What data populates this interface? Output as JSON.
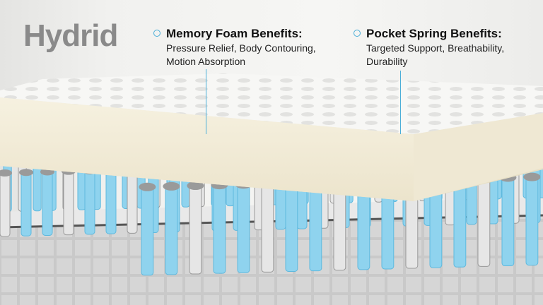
{
  "title": "Hydrid",
  "benefits": [
    {
      "heading": "Memory Foam Benefits:",
      "line1": "Pressure Relief, Body Contouring,",
      "line2": "Motion Absorption"
    },
    {
      "heading": "Pocket Spring Benefits:",
      "line1": "Targeted Support, Breathability,",
      "line2": "Durability"
    }
  ],
  "colors": {
    "accent": "#4aaed8",
    "foam": "#f2ecd9",
    "spring_blue": "#8fd3ee",
    "spring_gray": "#b9b9b9",
    "base": "#c8c8c8"
  }
}
